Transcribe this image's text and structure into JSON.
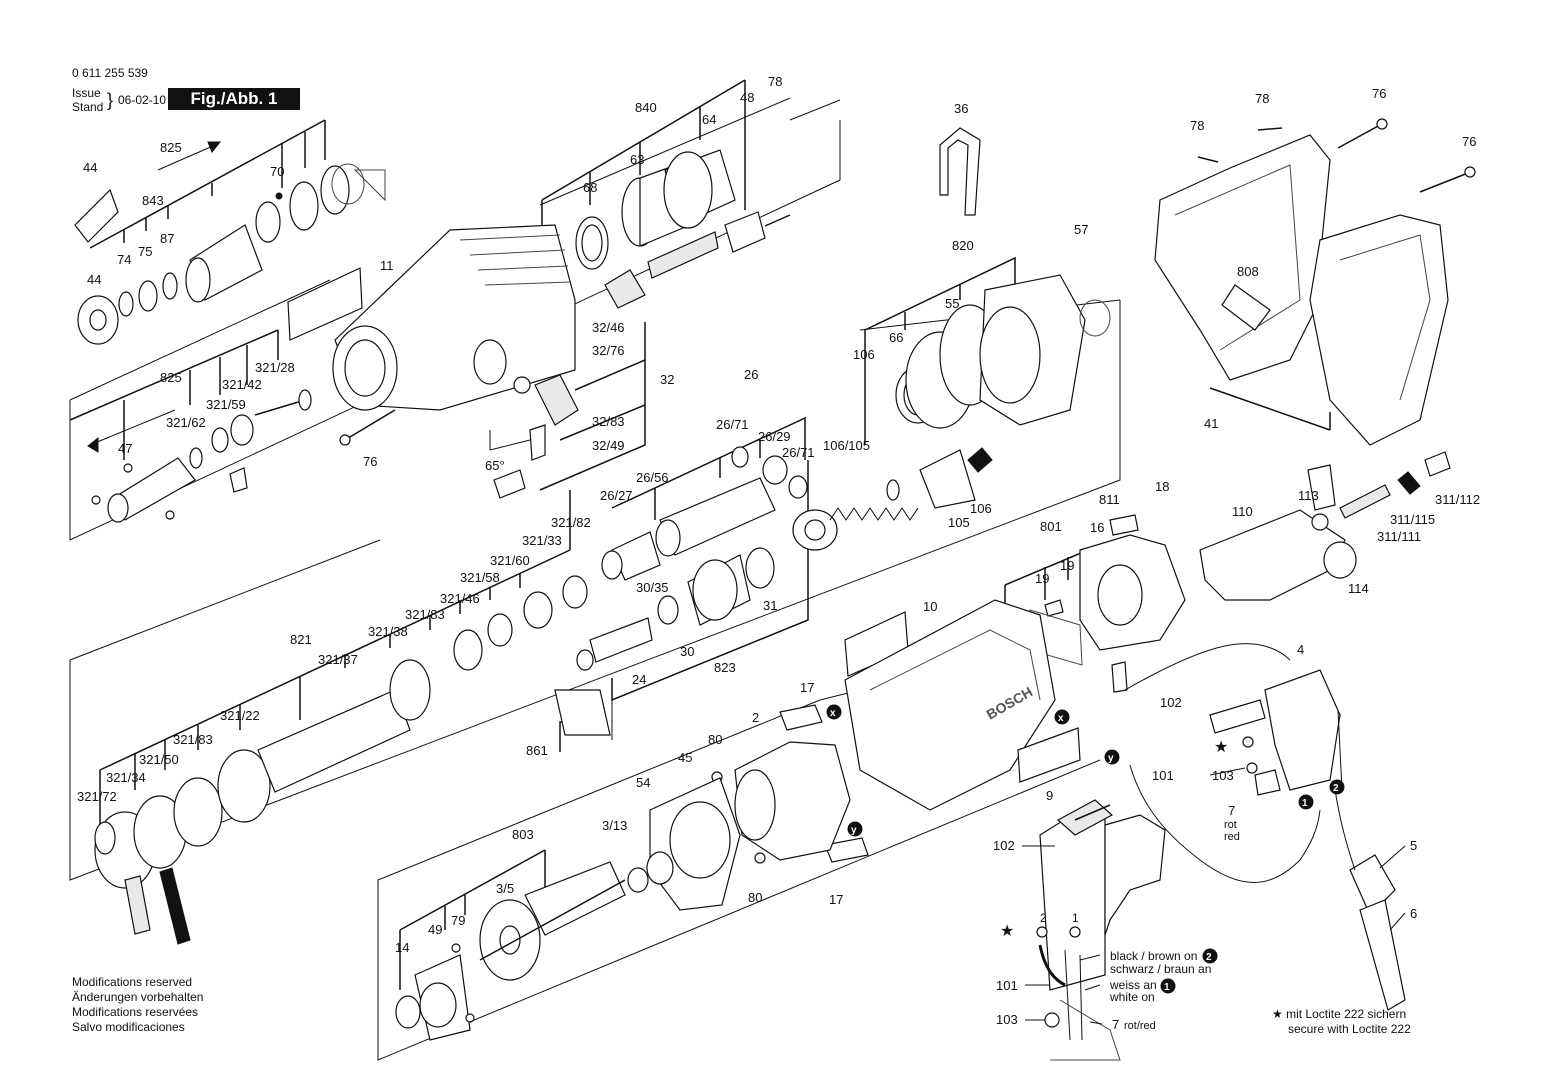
{
  "header": {
    "part_number": "0 611 255 539",
    "issue_label_1": "Issue",
    "issue_label_2": "Stand",
    "date": "06-02-10",
    "figure_label": "Fig./Abb. 1"
  },
  "footer": {
    "modifications": [
      "Modifications reserved",
      "Änderungen vorbehalten",
      "Modifications reservées",
      "Salvo modificaciones"
    ],
    "loctite_line1": "★ mit Loctite 222 sichern",
    "loctite_line2": "secure with Loctite 222"
  },
  "wiring_notes": {
    "black_brown_en": "black / brown on",
    "black_brown_de": "schwarz / braun an",
    "white_de": "weiss an",
    "white_en": "white on",
    "rot_red_inline": "rot/red",
    "rot": "rot",
    "red": "red",
    "marker_1": "1",
    "marker_2": "2",
    "marker_x": "x",
    "marker_y": "y",
    "star": "★"
  },
  "callouts": {
    "c825a": "825",
    "c44a": "44",
    "c843": "843",
    "c70": "70",
    "c74": "74",
    "c75": "75",
    "c87": "87",
    "c44b": "44",
    "c840": "840",
    "c48": "48",
    "c78a": "78",
    "c64": "64",
    "c63": "63",
    "c68": "68",
    "c11": "11",
    "c32_46": "32/46",
    "c32_76": "32/76",
    "c32": "32",
    "c32_83": "32/83",
    "c32_49": "32/49",
    "c65": "65°",
    "c76a": "76",
    "c825b": "825",
    "c321_28": "321/28",
    "c321_42": "321/42",
    "c321_59": "321/59",
    "c321_62": "321/62",
    "c47": "47",
    "c26": "26",
    "c26_71a": "26/71",
    "c26_29": "26/29",
    "c26_71b": "26/71",
    "c26_56": "26/56",
    "c26_27": "26/27",
    "c36": "36",
    "c820": "820",
    "c57": "57",
    "c55": "55",
    "c66": "66",
    "c106a": "106",
    "c106_105": "106/105",
    "c105": "105",
    "c106b": "106",
    "c78b": "78",
    "c76b": "76",
    "c78c": "78",
    "c76c": "76",
    "c808": "808",
    "c41": "41",
    "c113": "113",
    "c311_112": "311/112",
    "c311_115": "311/115",
    "c311_111": "311/111",
    "c110": "110",
    "c114": "114",
    "c811": "811",
    "c18": "18",
    "c16": "16",
    "c801": "801",
    "c19a": "19",
    "c19b": "19",
    "c10": "10",
    "c321_82": "321/82",
    "c321_33": "321/33",
    "c321_60": "321/60",
    "c321_58": "321/58",
    "c321_46": "321/46",
    "c321_83a": "321/83",
    "c321_38": "321/38",
    "c321_37": "321/37",
    "c821": "821",
    "c321_22": "321/22",
    "c321_83b": "321/83",
    "c321_50": "321/50",
    "c321_34": "321/34",
    "c321_72": "321/72",
    "c30_35": "30/35",
    "c31": "31",
    "c30": "30",
    "c24": "24",
    "c823": "823",
    "c861": "861",
    "c17a": "17",
    "c2": "2",
    "c80a": "80",
    "c45": "45",
    "c54": "54",
    "c3_13": "3/13",
    "c80b": "80",
    "c17b": "17",
    "c803": "803",
    "c3_5": "3/5",
    "c14": "14",
    "c49": "49",
    "c79": "79",
    "c9": "9",
    "c102a": "102",
    "c4": "4",
    "c101a": "101",
    "c103a": "103",
    "c7a": "7",
    "c5": "5",
    "c6": "6",
    "c102b": "102",
    "c101b": "101",
    "c103b": "103",
    "c7b": "7"
  }
}
